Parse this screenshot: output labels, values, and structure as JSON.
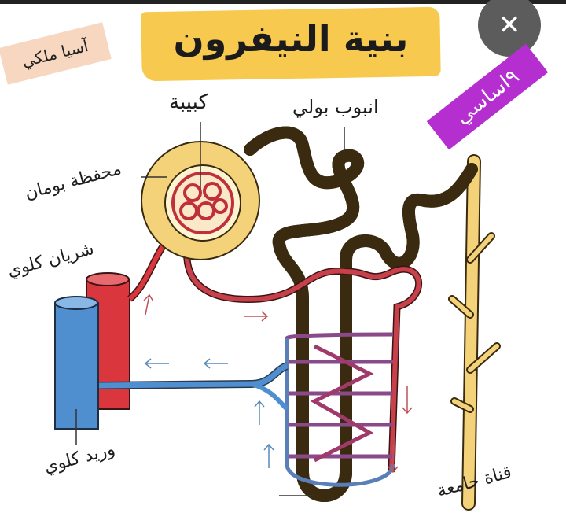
{
  "title": "بنية النيفرون",
  "author_tag": "آسيا ملكي",
  "grade_tag": "٩اساسي",
  "close_icon_label": "✕",
  "labels": {
    "glomerulus": "كبيبة",
    "renal_tubule": "انبوب بولي",
    "bowman_capsule": "محفظة بومان",
    "renal_artery": "شريان كلوي",
    "renal_vein": "وريد كلوي",
    "collecting_duct": "قناة جامعة"
  },
  "colors": {
    "title_band": "#f7c94f",
    "tubule": "#f3d27a",
    "artery": "#d9363e",
    "vein": "#4f8fd0",
    "grade_tag": "#b52fd0",
    "author_tag": "#f7d7c0"
  }
}
